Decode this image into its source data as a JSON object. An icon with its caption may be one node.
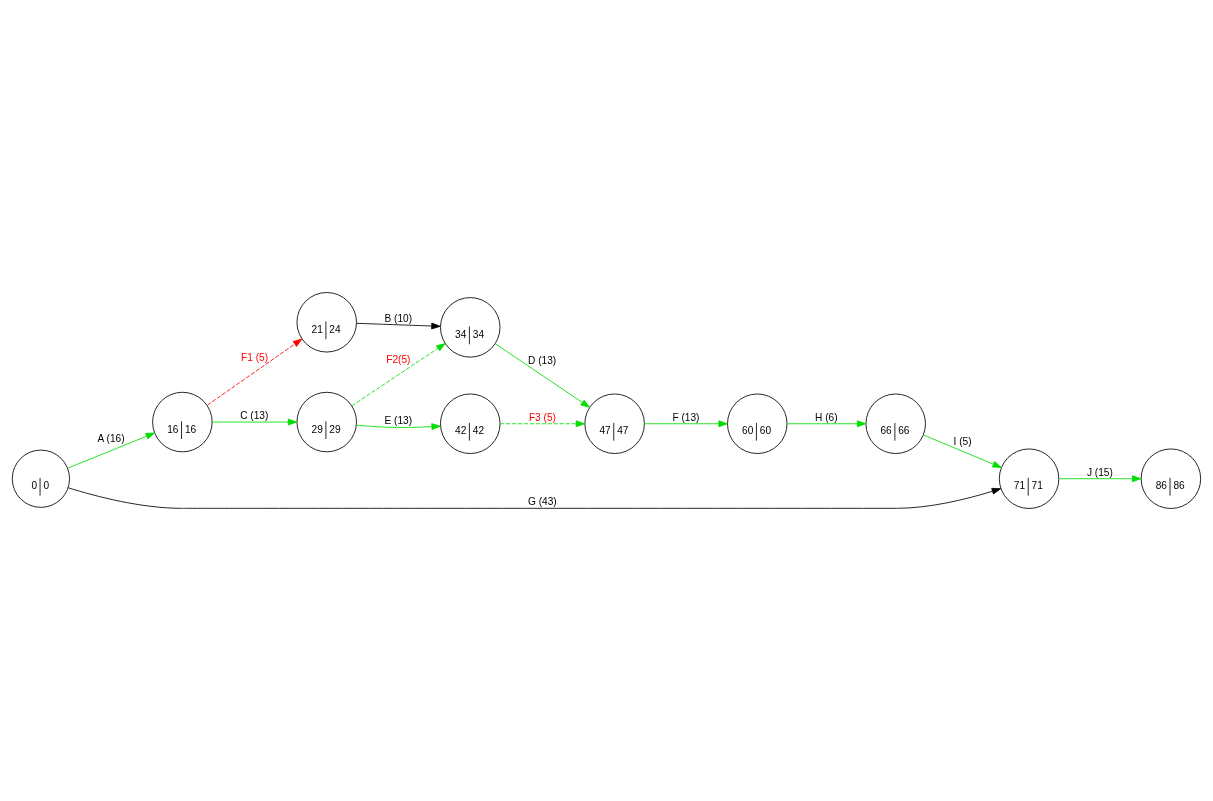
{
  "diagram": {
    "nodes": [
      {
        "text": [
          "16",
          "16"
        ]
      },
      {
        "text": [
          "21",
          "24"
        ]
      },
      {
        "text": [
          "29",
          "29"
        ]
      },
      {
        "text": [
          "34",
          "34"
        ]
      },
      {
        "text": [
          "0",
          "0"
        ]
      },
      {
        "text": [
          "42",
          "42"
        ]
      },
      {
        "text": [
          "47",
          "47"
        ]
      },
      {
        "text": [
          "60",
          "60"
        ]
      },
      {
        "text": [
          "66",
          "66"
        ]
      },
      {
        "text": [
          "71",
          "71"
        ]
      },
      {
        "text": [
          "86",
          "86"
        ]
      }
    ],
    "edges": [
      {
        "from": 4,
        "to": 0,
        "arrow": "to",
        "label": "A (16)"
      },
      {
        "from": 0,
        "to": 1,
        "arrow": "to",
        "label": "F1 (5)",
        "style": "dashed",
        "color": "#ff0000"
      },
      {
        "from": 1,
        "to": 3,
        "arrow": "to",
        "label": "B (10)",
        "color": "#000000"
      },
      {
        "from": 0,
        "to": 2,
        "arrow": "to",
        "label": "C (13)"
      },
      {
        "from": 2,
        "to": 3,
        "arrow": "to",
        "label": "F2(5)",
        "style": "dashed"
      },
      {
        "from": 2,
        "to": 5,
        "arrow": "to",
        "label": "E (13)"
      },
      {
        "from": 3,
        "to": 6,
        "arrow": "to",
        "label": "D (13)"
      },
      {
        "from": 5,
        "to": 6,
        "arrow": "to",
        "label": "F3 (5)",
        "style": "dashed"
      },
      {
        "from": 6,
        "to": 7,
        "arrow": "to",
        "label": "F (13)"
      },
      {
        "from": 7,
        "to": 8,
        "arrow": "to",
        "label": "H (6)"
      },
      {
        "from": 8,
        "to": 9,
        "arrow": "to",
        "label": "I (5)"
      },
      {
        "from": 9,
        "to": 10,
        "arrow": "to",
        "label": "J (15)"
      },
      {
        "from": 4,
        "to": 9,
        "arrow": "to",
        "label": "G (43)",
        "color": "#000000"
      }
    ]
  }
}
